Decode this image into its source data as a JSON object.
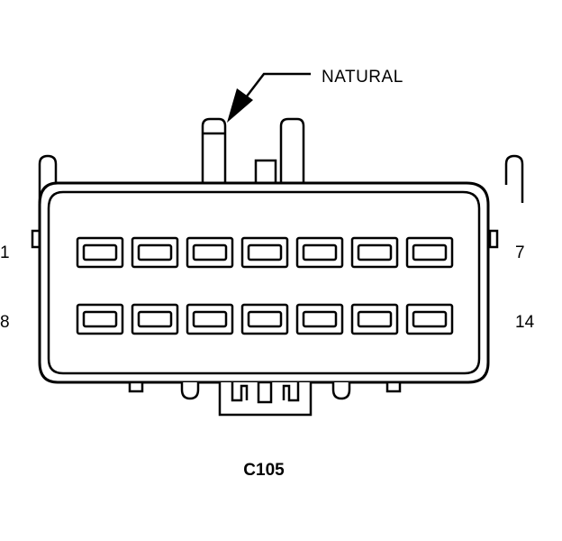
{
  "diagram": {
    "callout_label": "NATURAL",
    "connector_id": "C105",
    "pin_labels": {
      "top_left": "1",
      "top_right": "7",
      "bottom_left": "8",
      "bottom_right": "14"
    },
    "cavity_rows": 2,
    "cavities_per_row": 7,
    "line_color": "#000000",
    "background_color": "#ffffff"
  }
}
